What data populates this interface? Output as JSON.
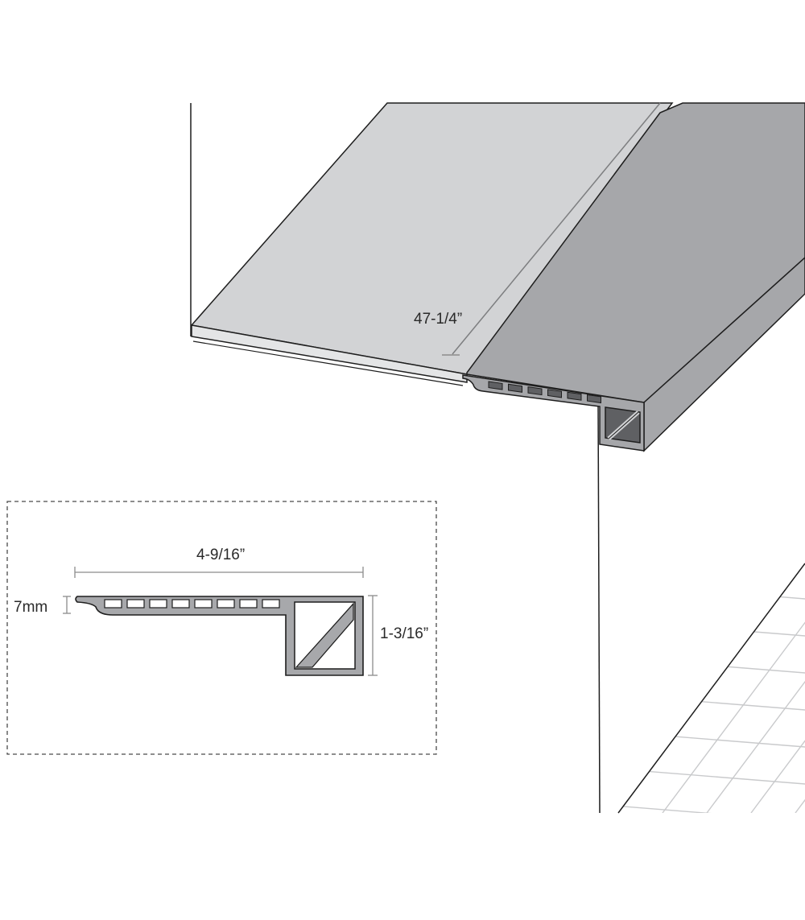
{
  "diagram": {
    "subject": "stair nose trim profile installed on a step",
    "dimensions": {
      "length": "47-1/4”",
      "width": "4-9/16”",
      "lip_thickness": "7mm",
      "height": "1-3/16”"
    },
    "colors": {
      "plank_top": "#d2d3d5",
      "nosing_top": "#a6a7aa",
      "profile_fill": "#a7a8ab",
      "profile_dark": "#5f6063",
      "line": "#1e1e1e",
      "dim_line": "#8c8c8c",
      "tile_line": "#c9cacc",
      "detail_border": "#4a4a4a"
    }
  }
}
